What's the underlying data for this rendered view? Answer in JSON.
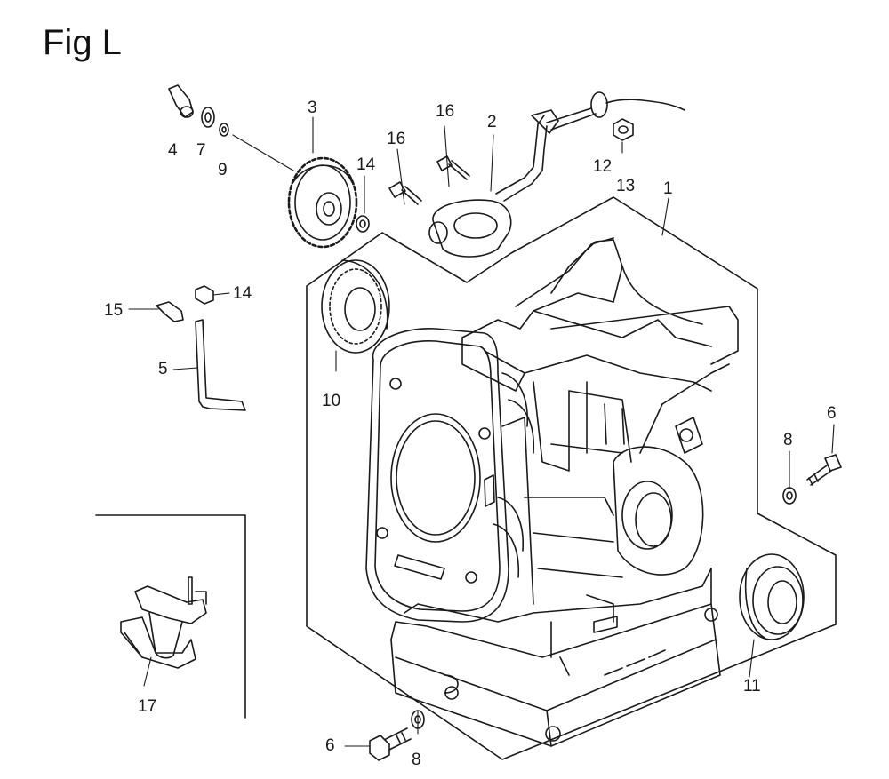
{
  "figure": {
    "title": "Fig L"
  },
  "callouts": [
    {
      "id": "c1",
      "text": "1"
    },
    {
      "id": "c2",
      "text": "2"
    },
    {
      "id": "c3",
      "text": "3"
    },
    {
      "id": "c4",
      "text": "4"
    },
    {
      "id": "c5",
      "text": "5"
    },
    {
      "id": "c6a",
      "text": "6"
    },
    {
      "id": "c6b",
      "text": "6"
    },
    {
      "id": "c7",
      "text": "7"
    },
    {
      "id": "c8a",
      "text": "8"
    },
    {
      "id": "c8b",
      "text": "8"
    },
    {
      "id": "c9",
      "text": "9"
    },
    {
      "id": "c10",
      "text": "10"
    },
    {
      "id": "c11",
      "text": "11"
    },
    {
      "id": "c12",
      "text": "12"
    },
    {
      "id": "c13",
      "text": "13"
    },
    {
      "id": "c14a",
      "text": "14"
    },
    {
      "id": "c14b",
      "text": "14"
    },
    {
      "id": "c15",
      "text": "15"
    },
    {
      "id": "c16a",
      "text": "16"
    },
    {
      "id": "c16b",
      "text": "16"
    },
    {
      "id": "c17",
      "text": "17"
    }
  ],
  "colors": {
    "ink": "#1a1a1a",
    "paper": "#ffffff"
  }
}
